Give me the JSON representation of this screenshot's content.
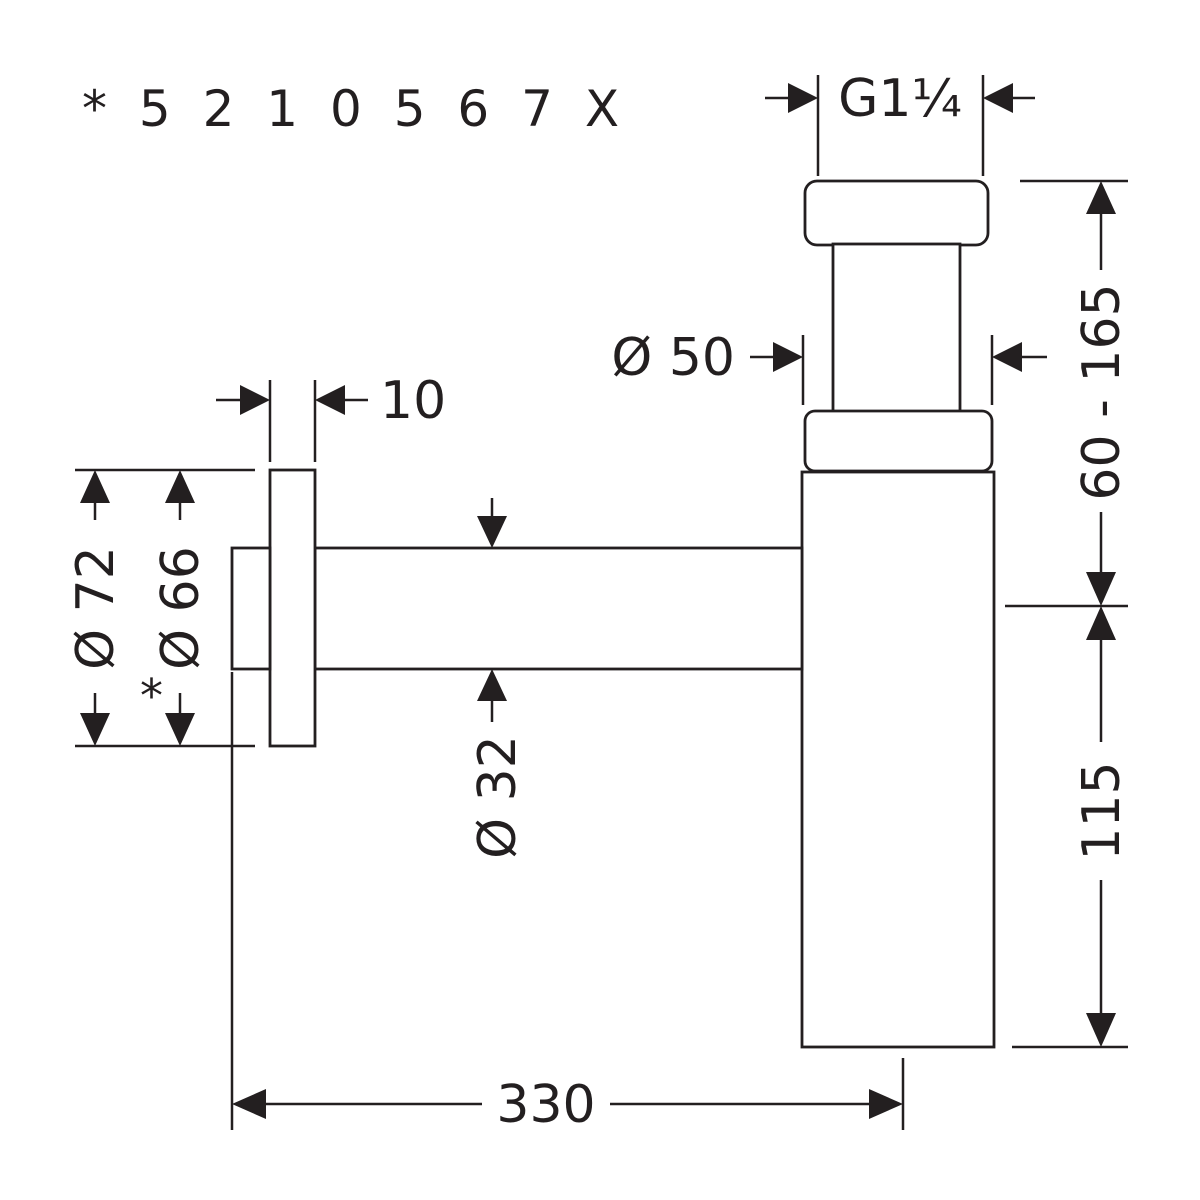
{
  "note": "* 5 2 1 0 5 6 7 X",
  "dimensions": {
    "thread": "G1¼",
    "trap_diameter": "Ø 50",
    "rosette_depth": "10",
    "rosette_diameter": "Ø 72",
    "rosette_inner_diameter": "Ø 66",
    "rosette_inner_mark": "*",
    "pipe_diameter": "Ø 32",
    "projection": "330",
    "height_adjustable": "60 - 165",
    "height_lower": "115"
  },
  "colors": {
    "line": "#231f20",
    "background": "#ffffff"
  }
}
